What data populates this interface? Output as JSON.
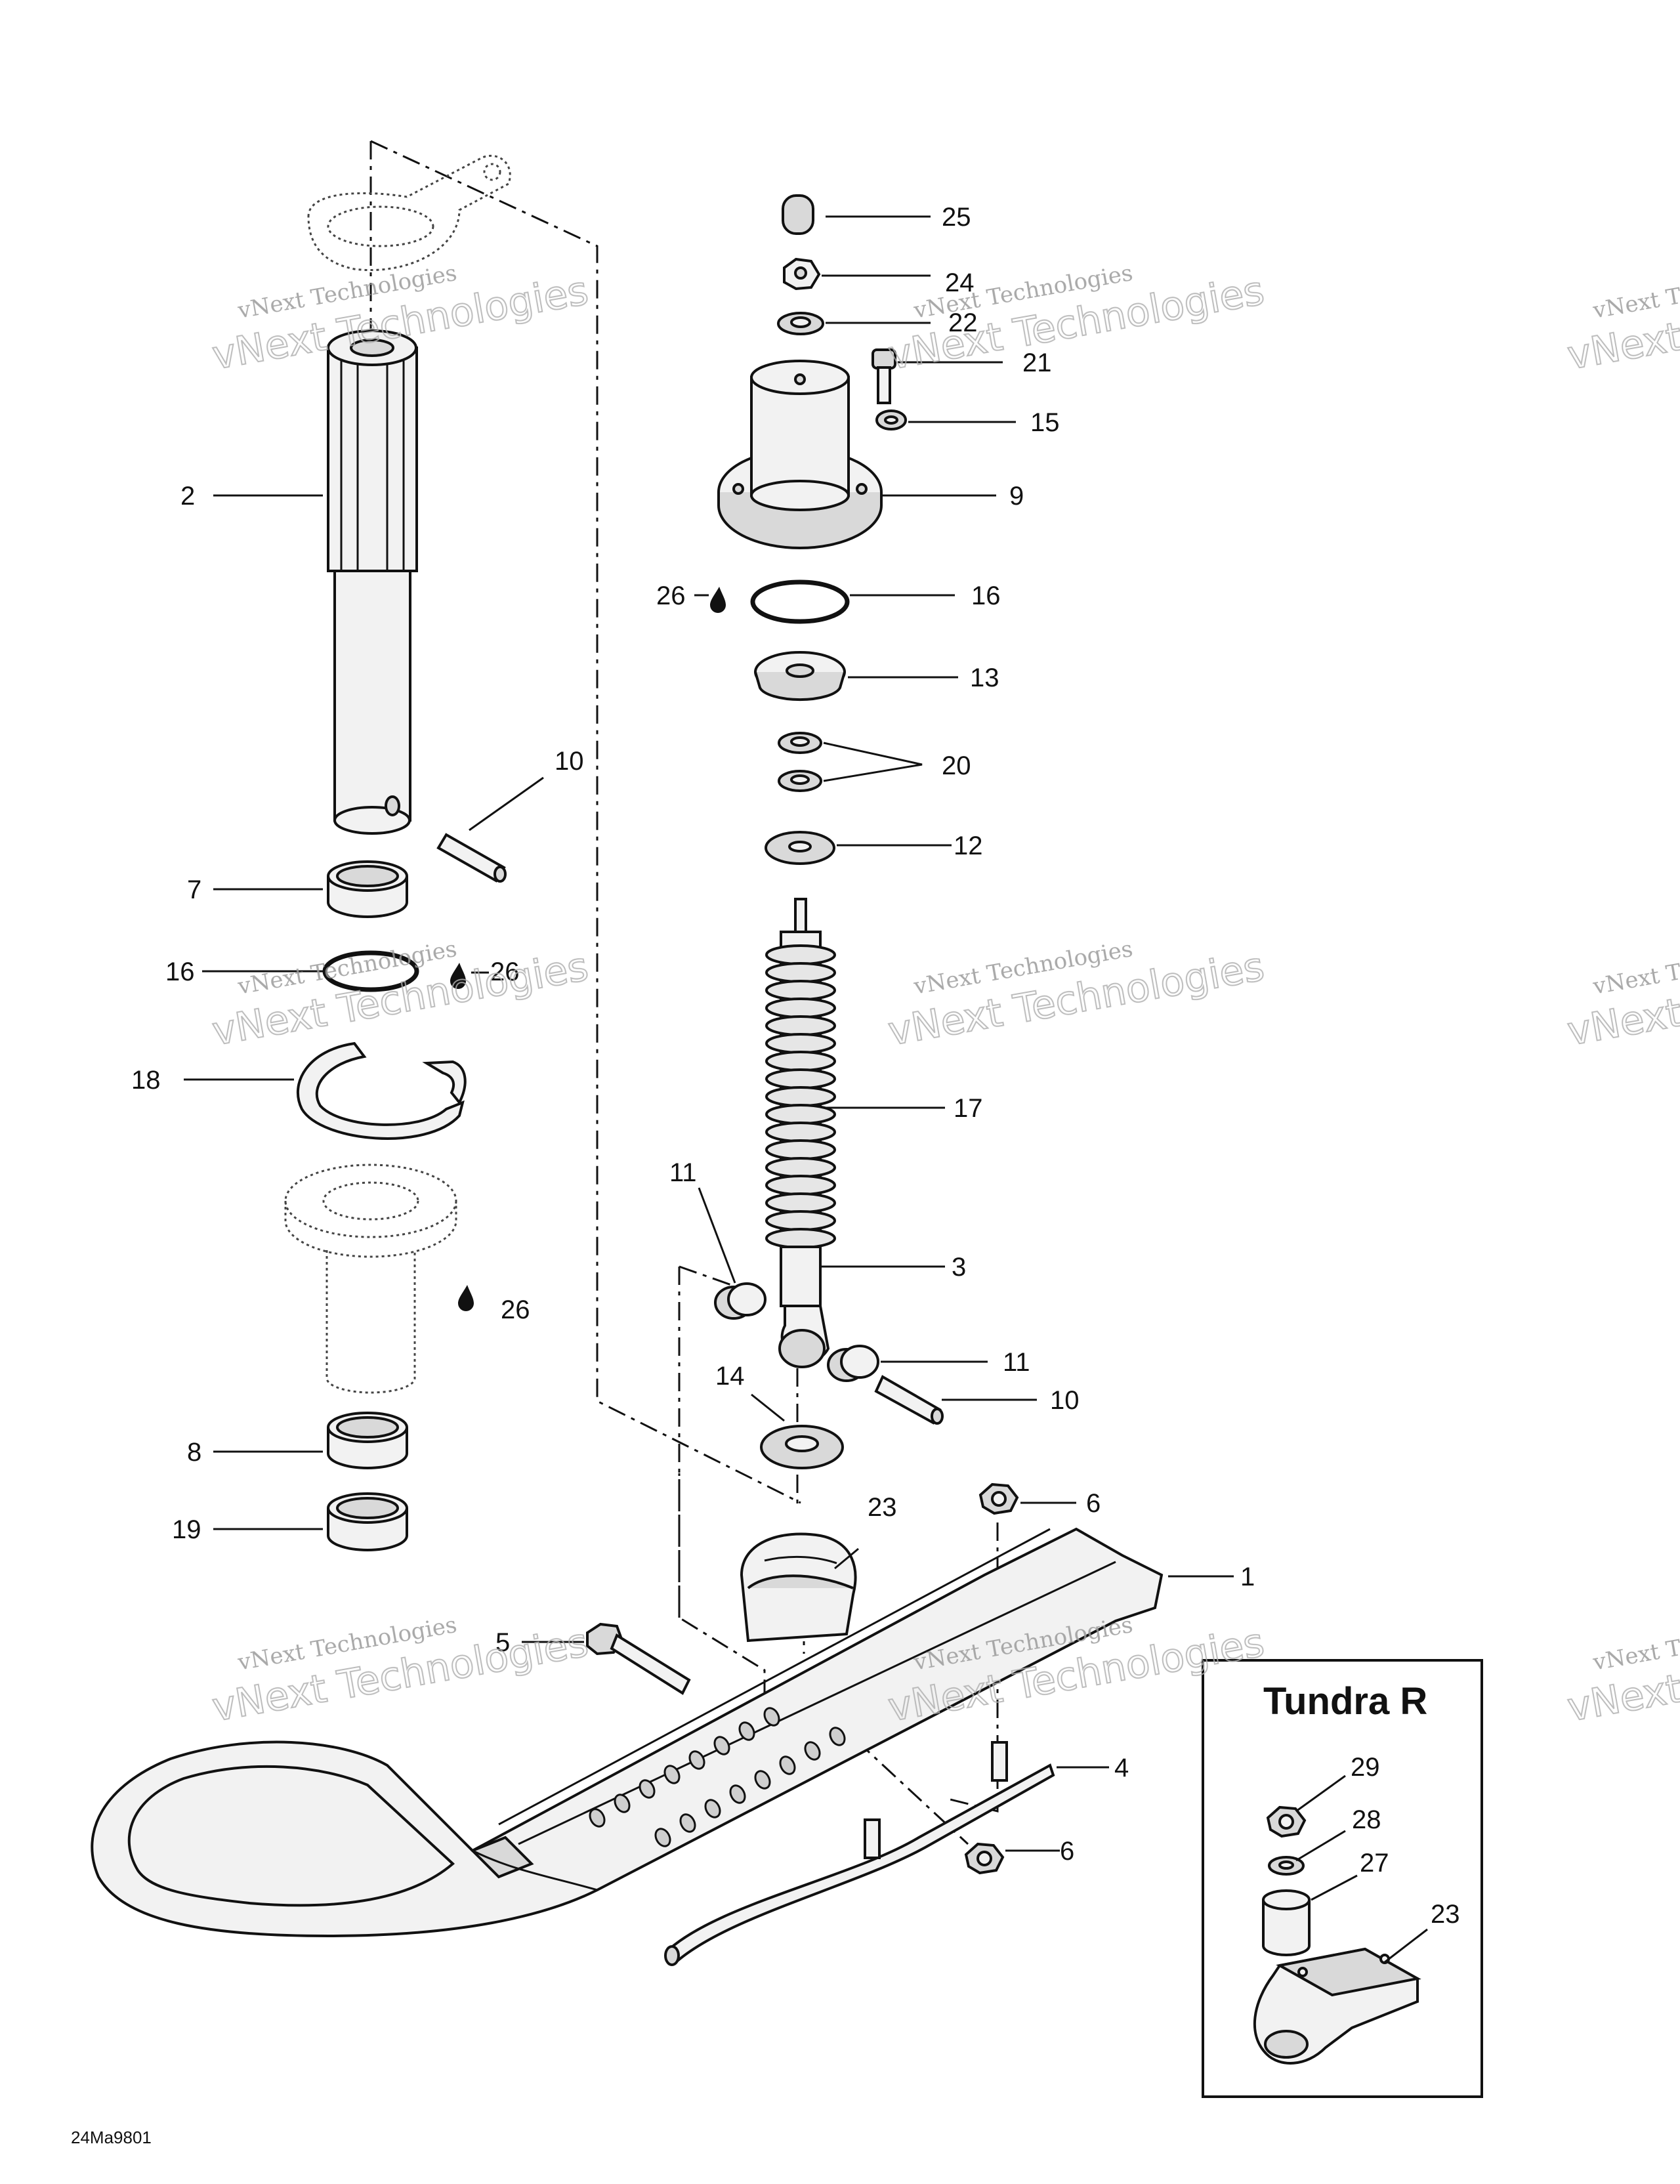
{
  "watermark": {
    "line1": "vNext Technologies",
    "line2": "vNext Technologies"
  },
  "diagram_code": "24Ma9801",
  "inset": {
    "title": "Tundra R",
    "callouts": [
      "29",
      "28",
      "27",
      "23"
    ]
  },
  "callouts": {
    "c25": "25",
    "c24": "24",
    "c22": "22",
    "c21": "21",
    "c15": "15",
    "c9": "9",
    "c26a": "26",
    "c16a": "16",
    "c13": "13",
    "c20": "20",
    "c12": "12",
    "c2": "2",
    "c10a": "10",
    "c7": "7",
    "c16b": "16",
    "c26b": "26",
    "c18": "18",
    "c17": "17",
    "c11a": "11",
    "c3": "3",
    "c26c": "26",
    "c11b": "11",
    "c14": "14",
    "c10b": "10",
    "c8": "8",
    "c19": "19",
    "c23": "23",
    "c6a": "6",
    "c1": "1",
    "c5": "5",
    "c4": "4",
    "c6b": "6"
  }
}
